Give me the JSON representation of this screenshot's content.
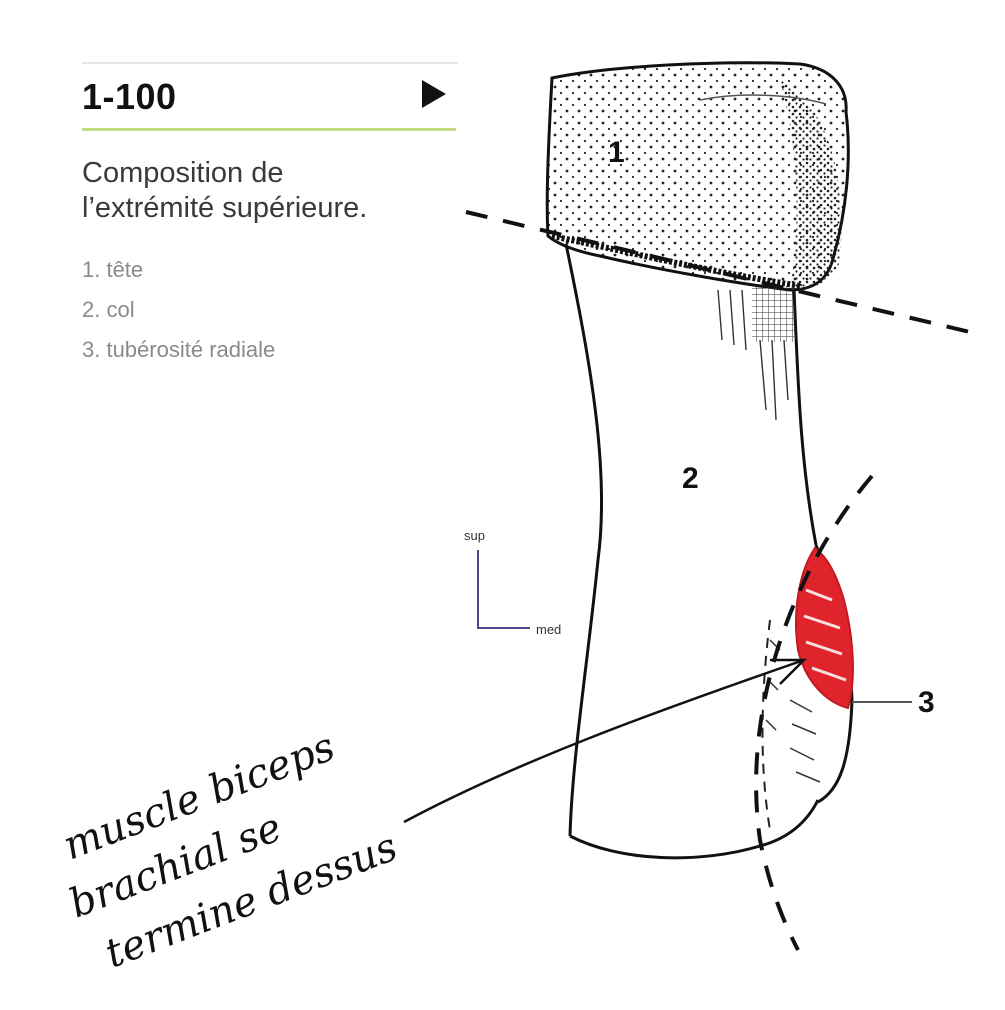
{
  "figure": {
    "number": "1-100",
    "title_line1": "Composition de",
    "title_line2": "l’extrémité supérieure.",
    "legend": [
      "1. tête",
      "2. col",
      "3. tubérosité radiale"
    ]
  },
  "diagram": {
    "labels": {
      "head": "1",
      "neck": "2",
      "tuberosity": "3"
    },
    "orientation": {
      "sup": "sup",
      "med": "med"
    },
    "handwritten_note": [
      "muscle biceps",
      "brachial se",
      "termine dessus"
    ]
  },
  "colors": {
    "accent_rule": "#c5dc83",
    "highlight": "#e0242c"
  }
}
